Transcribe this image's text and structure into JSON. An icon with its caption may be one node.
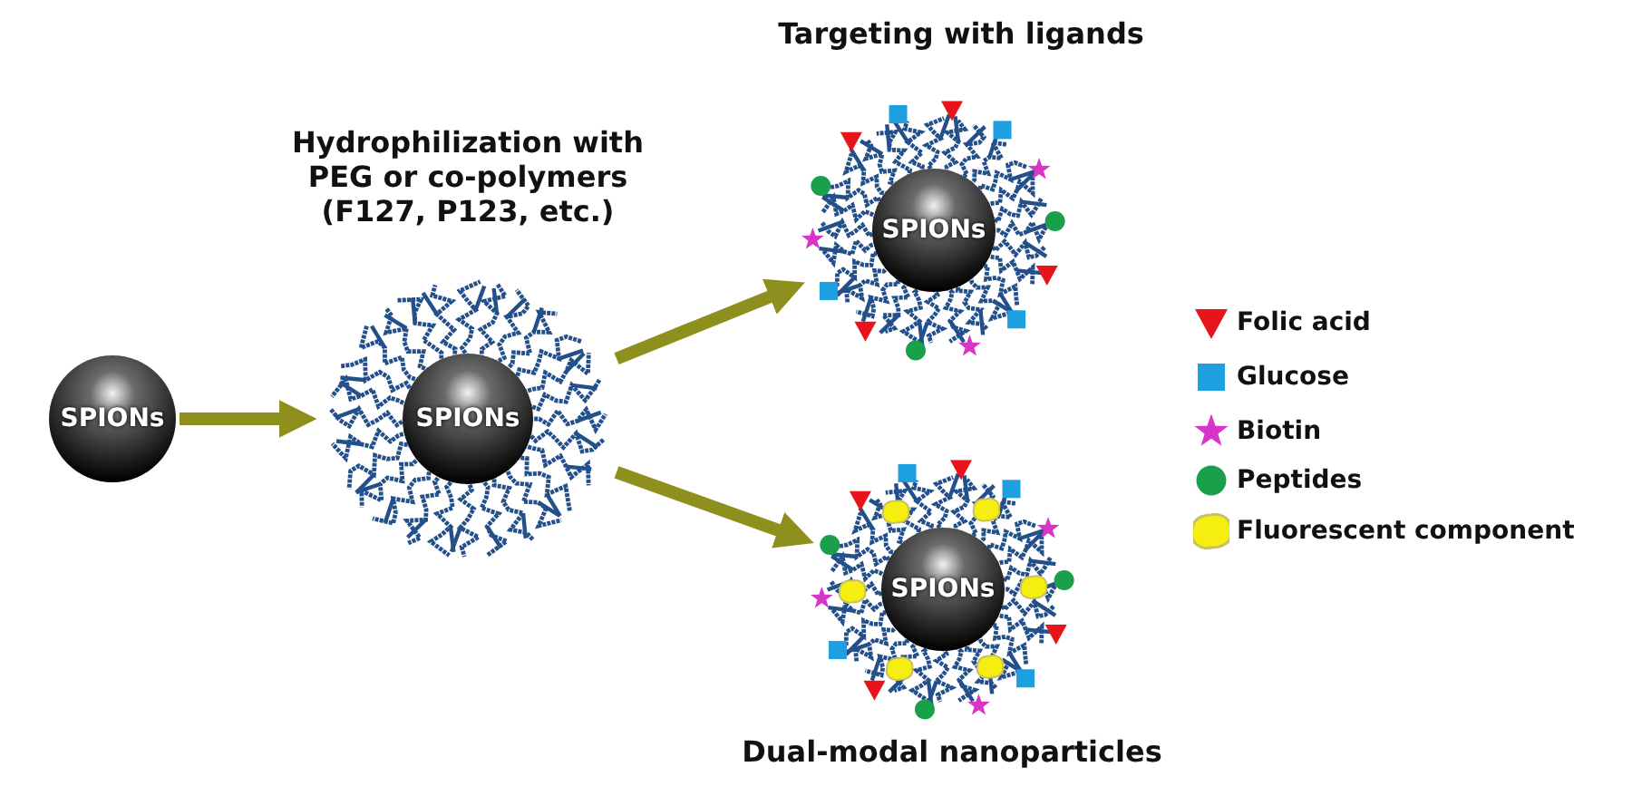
{
  "diagram": {
    "nodes": [
      {
        "text": [
          "SPIONs"
        ]
      },
      {
        "text": [
          "Hydrophilization with PEG or co-polymers (F127, P123, etc.)",
          "SPIONs"
        ]
      },
      {
        "text": [
          "Targeting with ligands",
          "SPIONs"
        ]
      },
      {
        "text": [
          "SPIONs"
        ],
        "beside": [
          "Dual-modal nanoparticles"
        ]
      }
    ],
    "edges": [
      {
        "from": 0,
        "to": 1,
        "arrow": "to"
      },
      {
        "from": 1,
        "to": 2,
        "arrow": "to"
      },
      {
        "from": 1,
        "to": 3,
        "arrow": "to"
      }
    ],
    "legend": [
      {
        "text": "Folic acid",
        "color": "#e8141b"
      },
      {
        "text": "Glucose",
        "color": "#1e9fe0"
      },
      {
        "text": "Biotin",
        "color": "#d734c8"
      },
      {
        "text": "Peptides",
        "color": "#1aa04a"
      },
      {
        "text": "Fluorescent component",
        "color": "#f5ee10"
      }
    ]
  }
}
